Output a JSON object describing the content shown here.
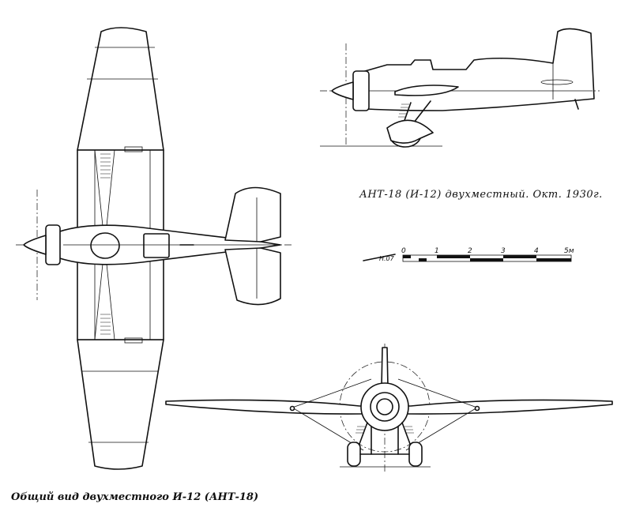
{
  "drawing": {
    "title": "АНТ-18 (И-12) двухместный. Окт. 1930г.",
    "scale_note": "Н.07",
    "scale_unit": "м",
    "scale_ticks": [
      "0",
      "1",
      "2",
      "3",
      "4",
      "5м"
    ]
  },
  "caption": "Общий вид двухместного И-12 (АНТ-18)",
  "colors": {
    "ink": "#111111",
    "paper": "#ffffff"
  }
}
